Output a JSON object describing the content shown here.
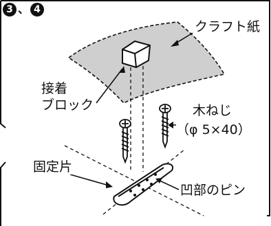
{
  "step_badges": {
    "first": "3",
    "separator": "、",
    "second": "4"
  },
  "labels": {
    "craft_paper": "クラフト紙",
    "adhesive_block_line1": "接着",
    "adhesive_block_line2": "ブロック",
    "wood_screw": "木ねじ",
    "screw_spec": "（φ 5×40）",
    "fixing_piece": "固定片",
    "concave_pin": "凹部のピン"
  }
}
